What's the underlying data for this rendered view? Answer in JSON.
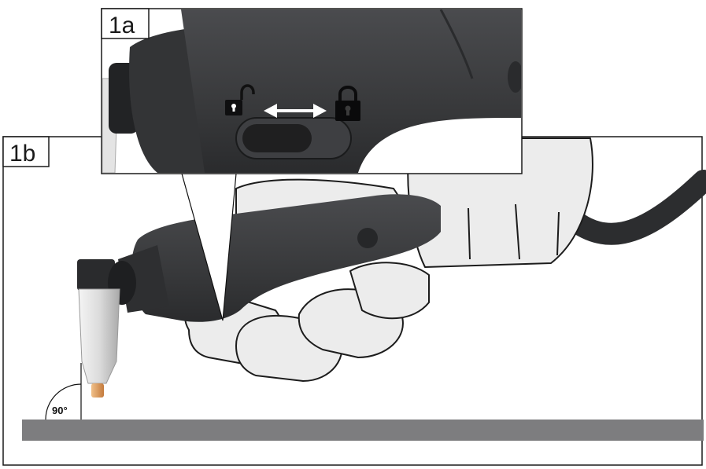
{
  "panels": {
    "inset_label": "1a",
    "main_label": "1b"
  },
  "angle": {
    "label": "90°"
  },
  "icons": {
    "unlocked": "unlocked-padlock-icon",
    "locked": "locked-padlock-icon",
    "arrow": "double-arrow-icon"
  },
  "colors": {
    "torch_body": "#3a3b3d",
    "torch_dark": "#232426",
    "glove": "#ececec",
    "glove_outline": "#1c1c1c",
    "workpiece": "#7d7d7f",
    "nozzle": "#d6d6d6",
    "tip": "#d99a5c"
  }
}
